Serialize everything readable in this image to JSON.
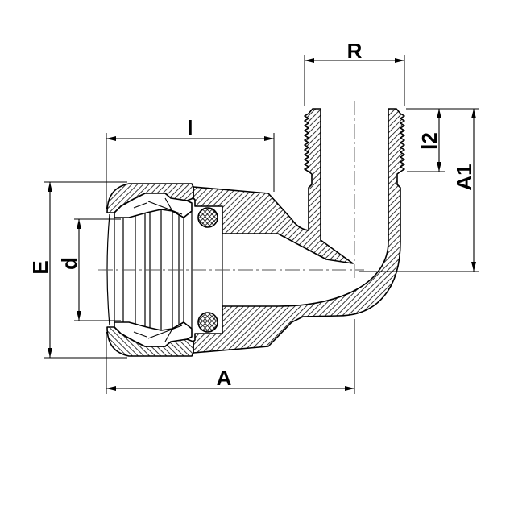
{
  "labels": {
    "R": "R",
    "l": "l",
    "l2": "l2",
    "A1": "A1",
    "E": "E",
    "d": "d",
    "A": "A"
  },
  "colors": {
    "line": "#000000",
    "background": "#ffffff"
  }
}
